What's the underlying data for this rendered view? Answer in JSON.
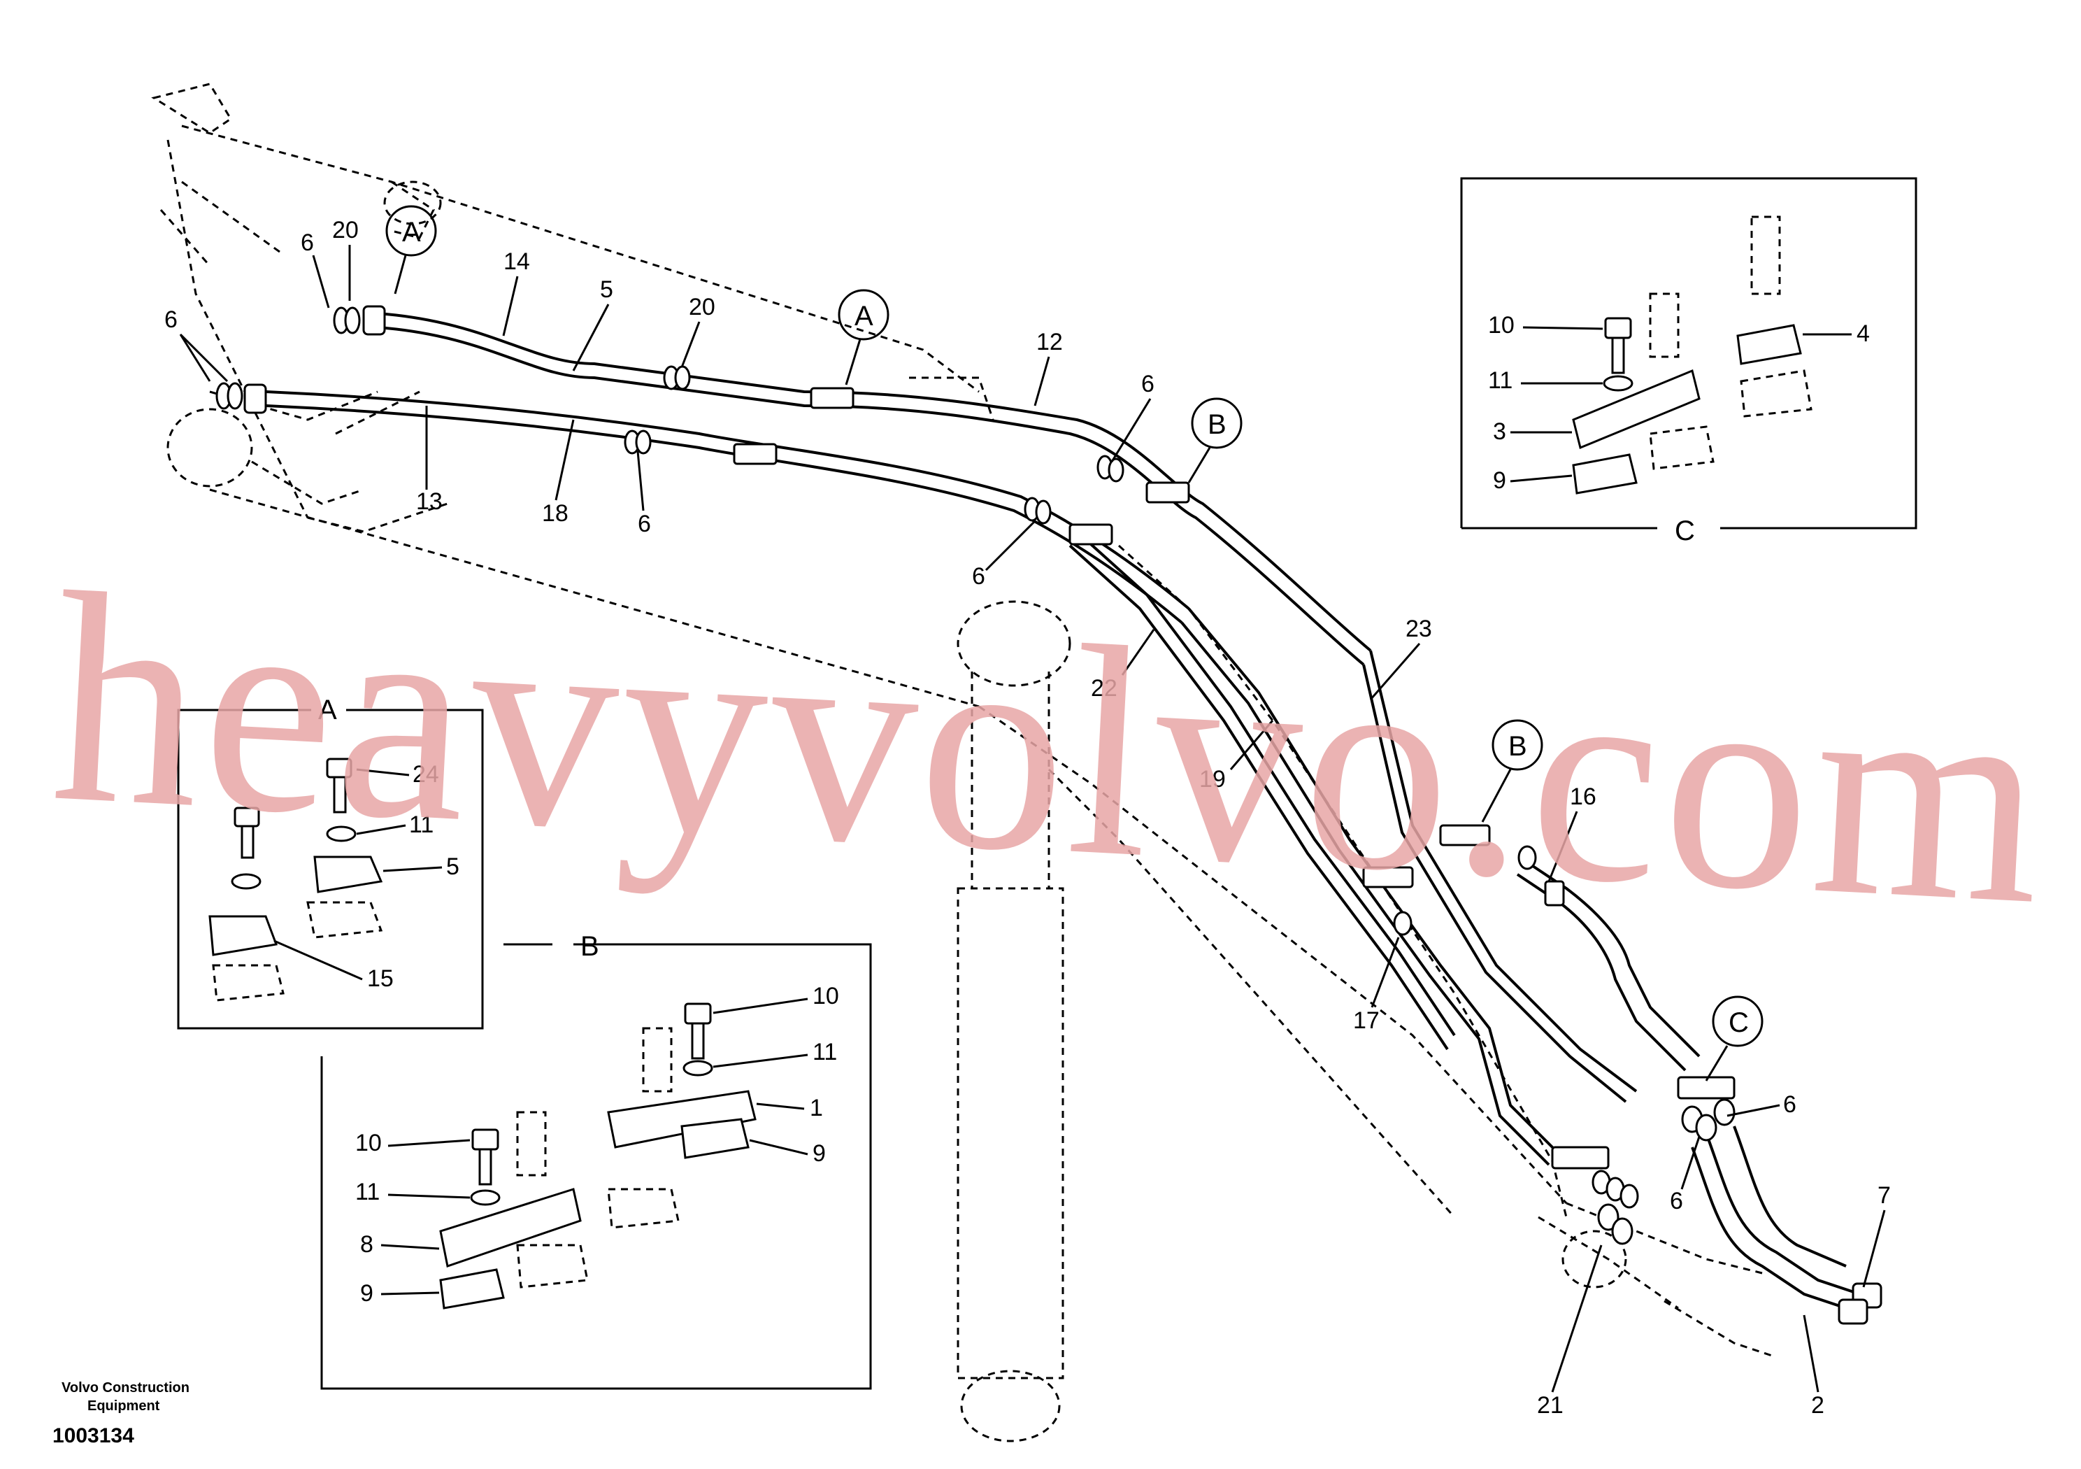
{
  "watermark": "heavyvolvo.com",
  "footer": {
    "company_line1": "Volvo Construction",
    "company_line2": "Equipment",
    "drawing_number": "1003134"
  },
  "callout_bubbles": {
    "A": "A",
    "B": "B",
    "C": "C"
  },
  "detail_views": {
    "A": {
      "title": "A"
    },
    "B": {
      "title": "B"
    },
    "C": {
      "title": "C"
    }
  },
  "labels": {
    "n2": "2",
    "n5": "5",
    "n6": "6",
    "n7": "7",
    "n12": "12",
    "n13": "13",
    "n14": "14",
    "n16": "16",
    "n17": "17",
    "n18": "18",
    "n19": "19",
    "n20": "20",
    "n21": "21",
    "n22": "22",
    "n23": "23",
    "a24": "24",
    "a11": "11",
    "a5": "5",
    "a15": "15",
    "b10a": "10",
    "b11a": "11",
    "b1": "1",
    "b9a": "9",
    "b10b": "10",
    "b11b": "11",
    "b8": "8",
    "b9b": "9",
    "c10": "10",
    "c11": "11",
    "c3": "3",
    "c9": "9",
    "c4": "4"
  }
}
